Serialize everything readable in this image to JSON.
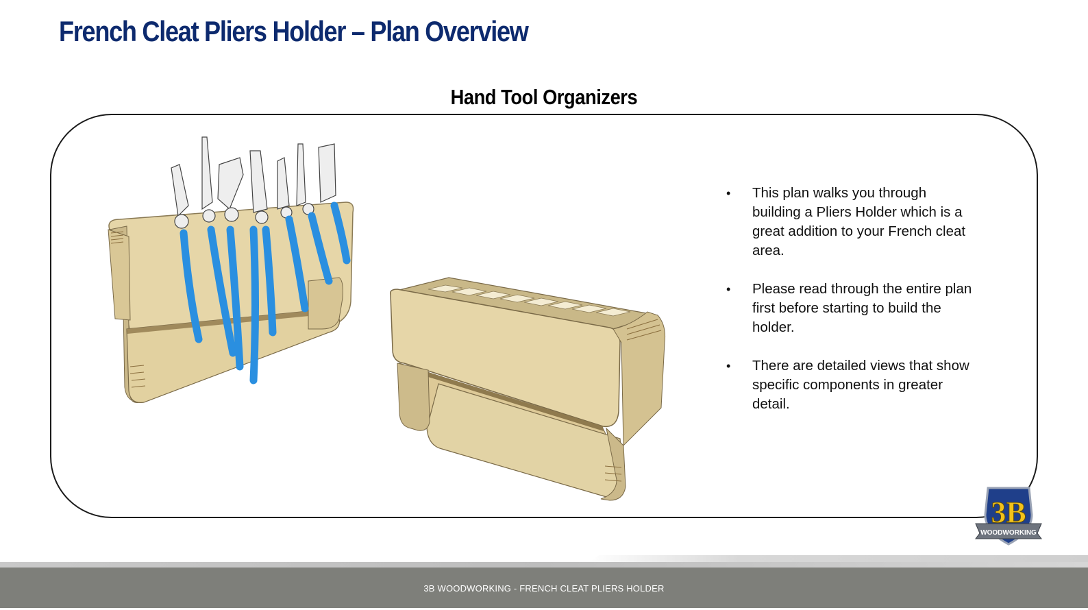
{
  "header": {
    "title": "French Cleat Pliers Holder – Plan Overview"
  },
  "section": {
    "heading": "Hand Tool Organizers"
  },
  "bullets": [
    "This plan walks you through building a Pliers Holder which is a great addition to your French cleat area.",
    "Please read through the entire plan first before starting to build the holder.",
    "There are detailed views that show specific components in greater detail."
  ],
  "bullet_marker": "•",
  "logo": {
    "main_text": "3B",
    "ribbon_text": "WOODWORKING"
  },
  "footer": {
    "text": "3B WOODWORKING - FRENCH CLEAT PLIERS HOLDER"
  },
  "colors": {
    "title": "#0d2a6e",
    "plier_handle": "#2a8fe0",
    "wood": "#e9dcb4",
    "footer_bar": "#7e7f7a"
  }
}
